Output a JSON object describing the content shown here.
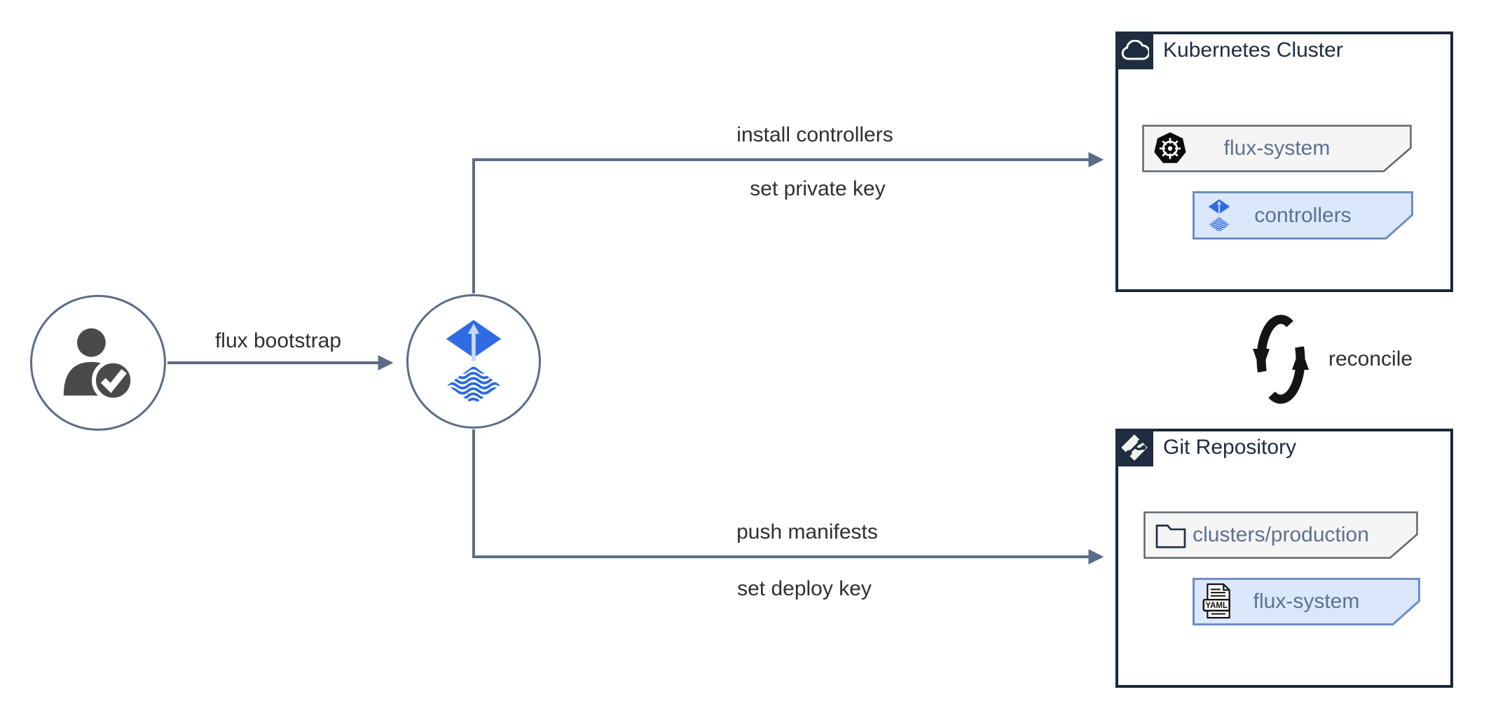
{
  "actor": {
    "icon": "person-check-icon"
  },
  "bootstrap_tool": {
    "icon": "flux-icon"
  },
  "edges": {
    "flux_bootstrap": {
      "label": "flux bootstrap"
    },
    "install_controllers": {
      "label": "install controllers"
    },
    "set_private_key": {
      "label": "set private key"
    },
    "push_manifests": {
      "label": "push manifests"
    },
    "set_deploy_key": {
      "label": "set deploy key"
    },
    "reconcile": {
      "label": "reconcile"
    }
  },
  "kubernetes_cluster": {
    "title": "Kubernetes Cluster",
    "header_icon": "cloud-icon",
    "nodes": [
      {
        "label": "flux-system",
        "icon": "kubernetes-icon",
        "variant": "gray"
      },
      {
        "label": "controllers",
        "icon": "flux-icon",
        "variant": "blue"
      }
    ]
  },
  "git_repository": {
    "title": "Git Repository",
    "header_icon": "git-icon",
    "nodes": [
      {
        "label": "clusters/production",
        "icon": "folder-icon",
        "variant": "gray"
      },
      {
        "label": "flux-system",
        "icon": "yaml-file-icon",
        "variant": "blue",
        "badge": "YAML"
      }
    ]
  },
  "colors": {
    "connector": "#5a6c87",
    "box_border": "#1a2838",
    "header_bg": "#1e2d3f",
    "title_text": "#1e2c3e",
    "node_text": "#5e7191",
    "edge_label_text": "#2f2f2f",
    "gray_node_bg": "#f5f5f5",
    "gray_node_border": "#60666f",
    "blue_node_bg": "#dbe7fa",
    "blue_node_border": "#6c8ebf",
    "flux_blue": "#2f6be3",
    "flux_arrow_light": "#c9d9f6",
    "person_gray": "#4a4a4a",
    "reconcile_black": "#141414"
  }
}
